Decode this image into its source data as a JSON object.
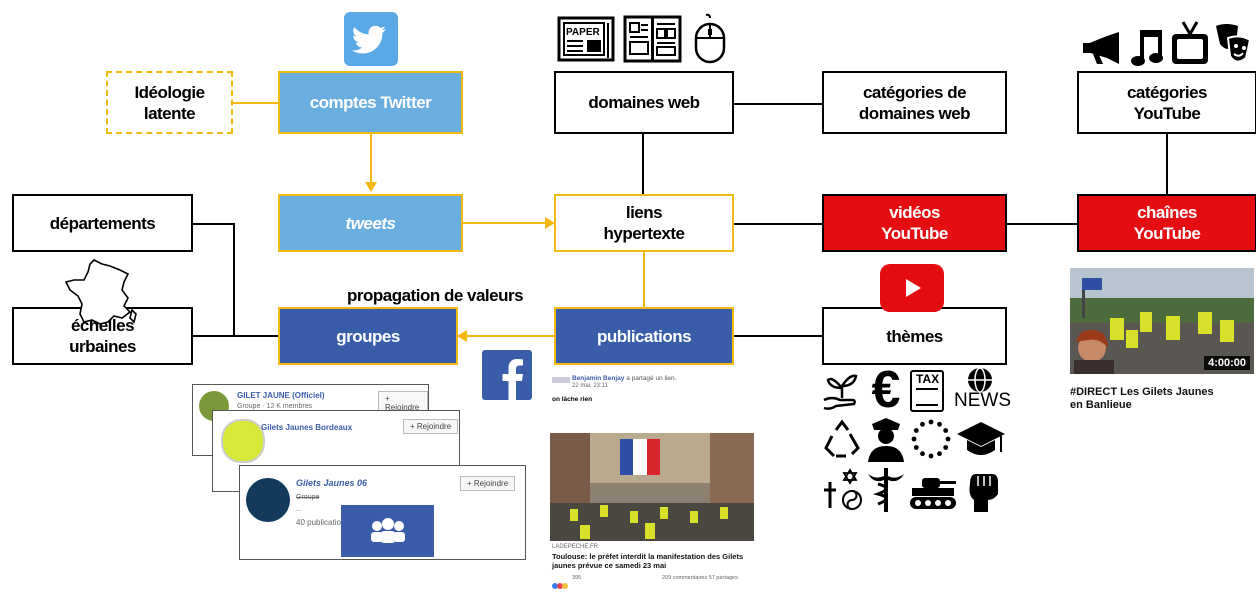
{
  "nodes": {
    "ideologie": "Idéologie\nlatente",
    "twitter": "comptes Twitter",
    "tweets": "tweets",
    "domaines": "domaines web",
    "categories_domaines": "catégories de\ndomaines web",
    "categories_youtube": "catégories\nYouTube",
    "departements": "départements",
    "liens": "liens\nhypertexte",
    "videos": "vidéos\nYouTube",
    "chaines": "chaînes\nYouTube",
    "echelles": "échelles\nurbaines",
    "groupes": "groupes",
    "publications": "publications",
    "themes": "thèmes"
  },
  "propagation_label": "propagation de valeurs",
  "icons": {
    "paper_label": "PAPER",
    "tax_label": "TAX",
    "news_label": "NEWS"
  },
  "youtube_thumb": {
    "duration": "4:00:00",
    "title": "#DIRECT Les Gilets Jaunes\nen Banlieue"
  },
  "fb_groups": [
    {
      "name": "GILET JAUNE (Officiel)",
      "meta": "Groupe · 12 K membres",
      "join": "+ Rejoindre"
    },
    {
      "name": "Gilets Jaunes Bordeaux",
      "meta": "",
      "join": "+ Rejoindre"
    },
    {
      "name": "Gilets Jaunes 06",
      "meta": "Groupe",
      "extra": "...",
      "pubs": "40 publication",
      "join": "+ Rejoindre"
    }
  ],
  "fb_post": {
    "author": "Benjamin Benjay",
    "author_action": " a partagé un lien.",
    "date": "22 mai, 23:11",
    "text": "on lâche rien",
    "source": "LADEPECHE.FR",
    "headline": "Toulouse: le préfet interdit la manifestation des Gilets jaunes prévue ce samedi 23 mai",
    "reactions": "395",
    "comments": "209 commentaires  57 partages"
  },
  "colors": {
    "twitter_blue": "#6aaedf",
    "facebook_blue": "#3a5daa",
    "youtube_red": "#e30d12",
    "connector_yellow": "#f5b80f"
  }
}
